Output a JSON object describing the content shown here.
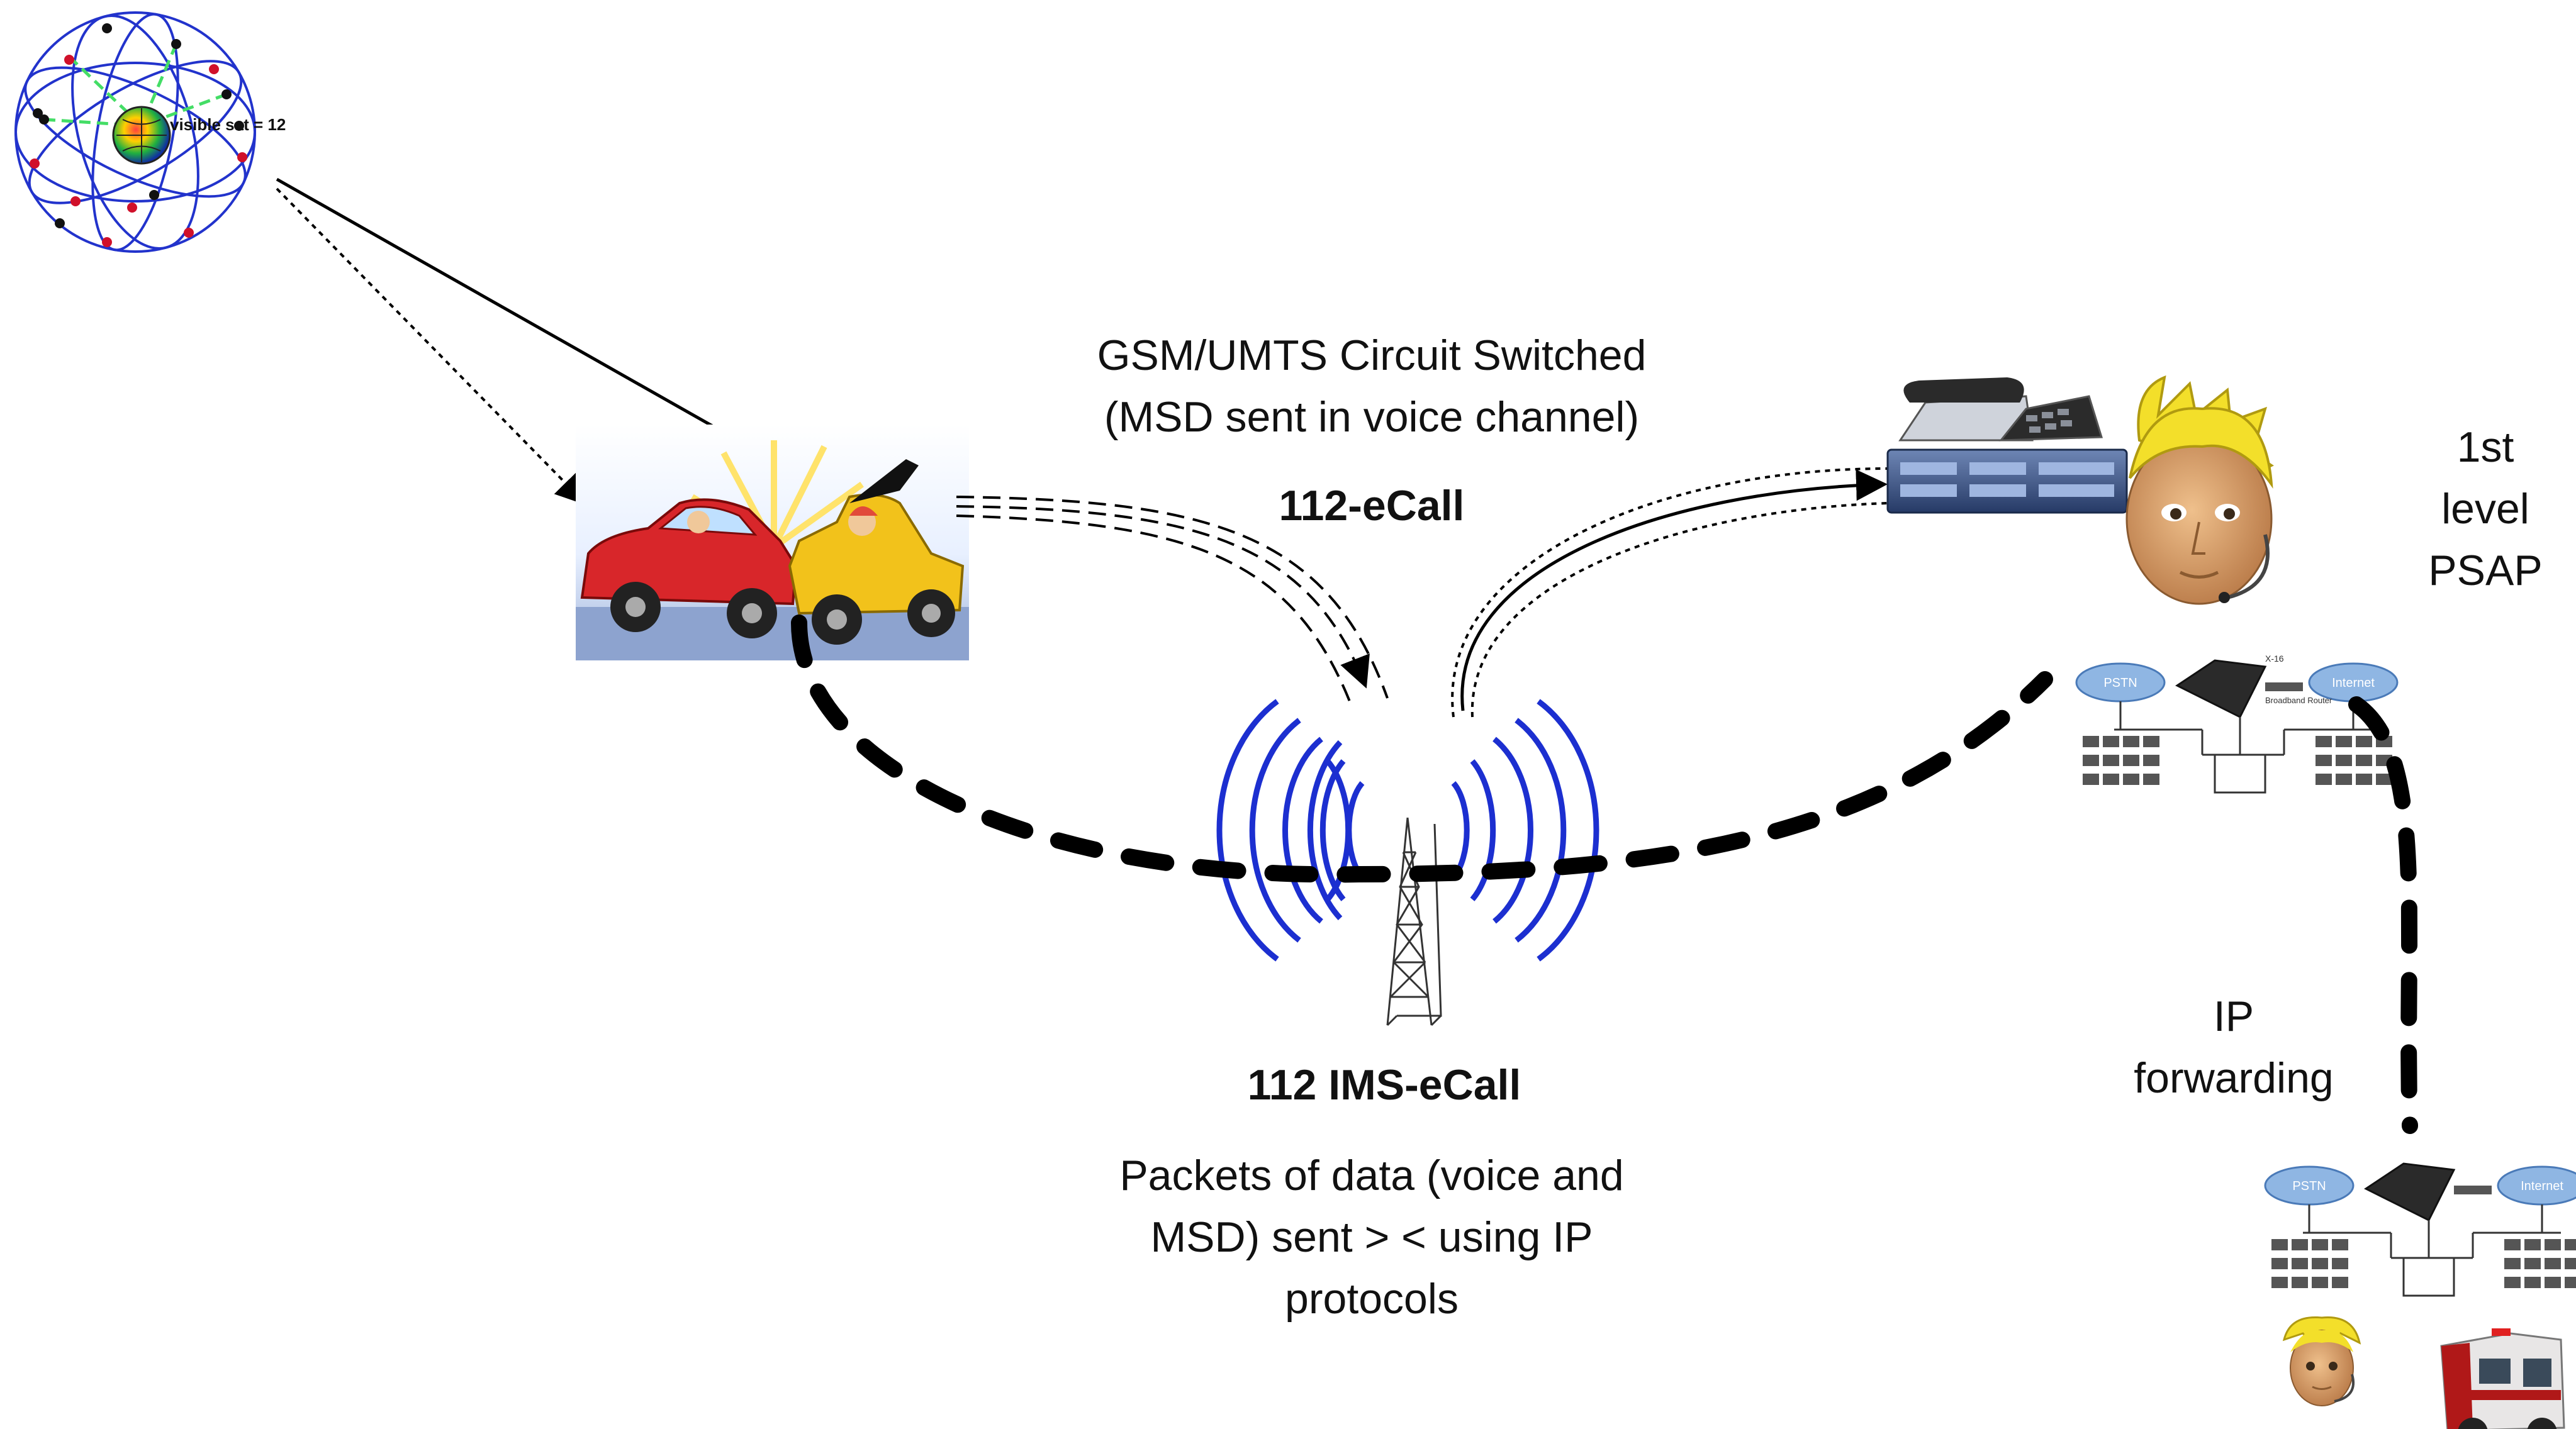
{
  "satellite": {
    "label": "visible sat = 12"
  },
  "labels": {
    "cs_title": "GSM/UMTS Circuit Switched",
    "cs_sub": "(MSD  sent in voice channel)",
    "ecall": "112-eCall",
    "ims_ecall": "112 IMS-eCall",
    "ims_desc_1": "Packets of data (voice and",
    "ims_desc_2": "MSD) sent  > < using IP",
    "ims_desc_3": "protocols",
    "psap_1": "1st",
    "psap_2": "level",
    "psap_3": "PSAP",
    "ip_1": "IP",
    "ip_2": "forwarding"
  },
  "network_labels": {
    "pstn": "PSTN",
    "internet": "Internet",
    "router": "Broadband Router",
    "switch": "X-16"
  },
  "colors": {
    "orbit": "#2233cc",
    "waves": "#1c2fd0",
    "car_red": "#d8262a",
    "car_yellow": "#f2c21b",
    "face": "#d9a06a",
    "hair": "#f3df2a",
    "cloud": "#8fb6e3"
  }
}
